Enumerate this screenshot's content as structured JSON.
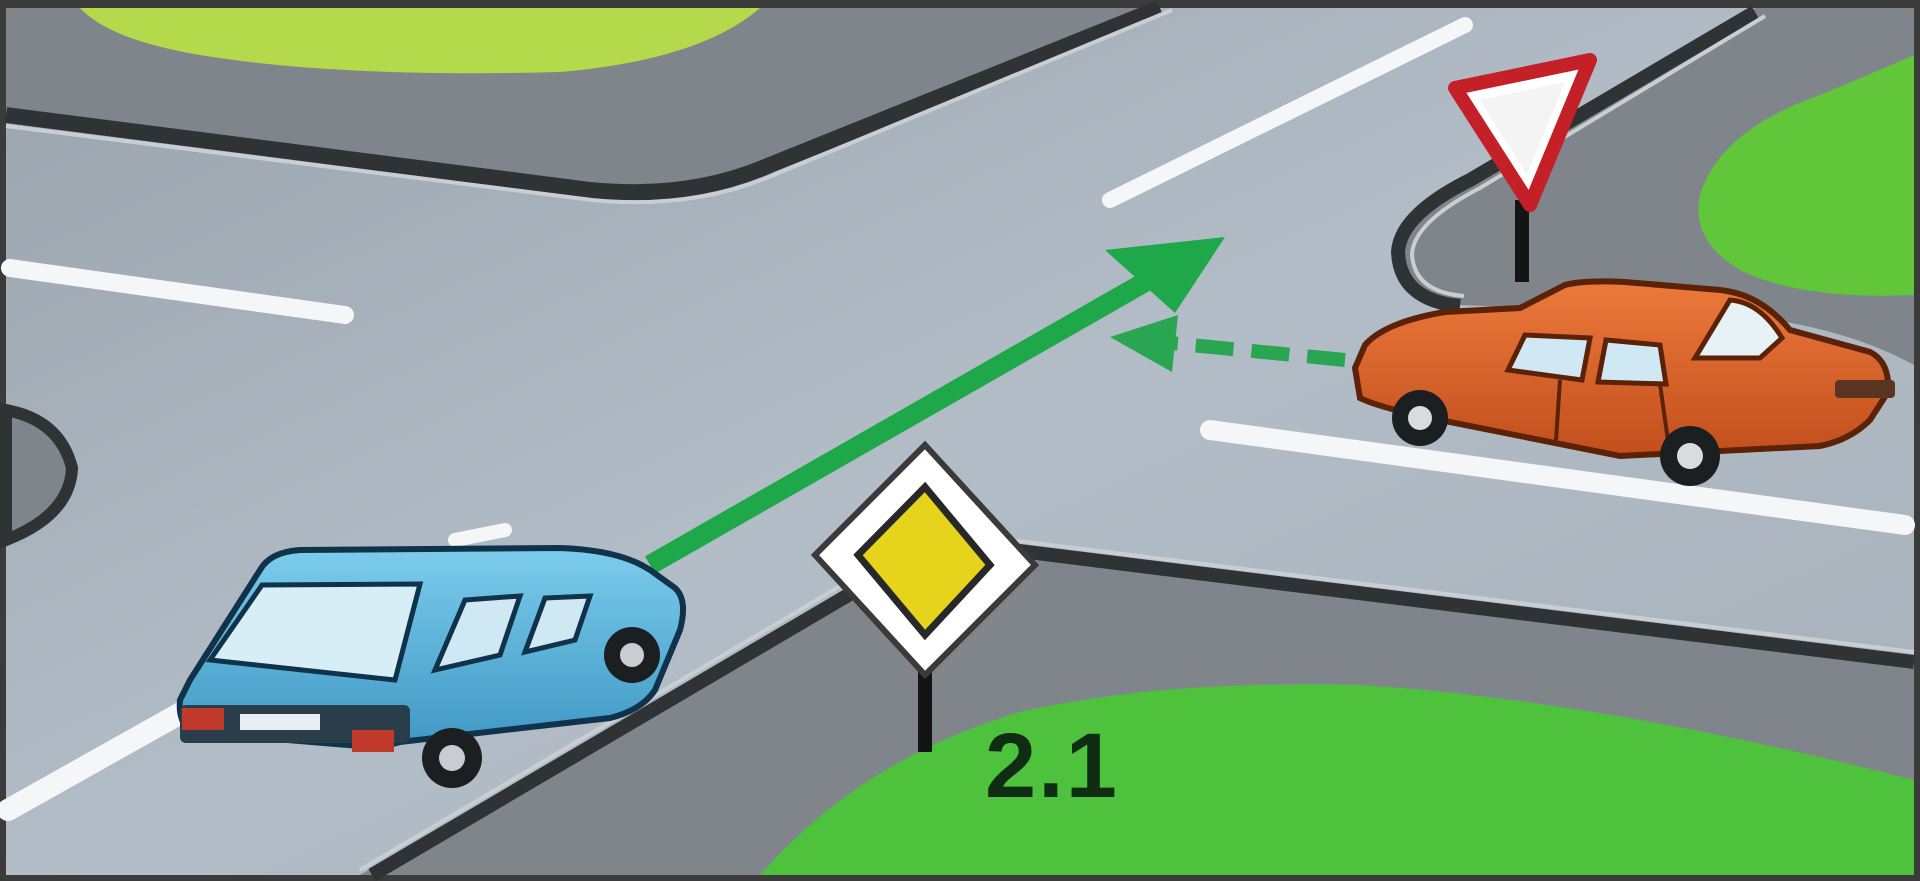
{
  "sign_label": "2.1",
  "signs": {
    "main_road": "main-road-sign",
    "yield": "yield-sign"
  },
  "vehicles": {
    "blue_car": {
      "color": "#5ab6dc"
    },
    "orange_car": {
      "color": "#d9622a"
    }
  },
  "arrows": {
    "blue_car_path": {
      "color": "#1fa84a",
      "style": "solid"
    },
    "orange_car_path": {
      "color": "#2aa653",
      "style": "dashed"
    }
  },
  "colors": {
    "road": "#a9b4be",
    "sidewalk": "#7d8187",
    "grass_bright": "#4fc23d",
    "grass_light": "#b4d94b",
    "lane_marking": "#f5f6f7",
    "frame": "#3b3b3b"
  }
}
